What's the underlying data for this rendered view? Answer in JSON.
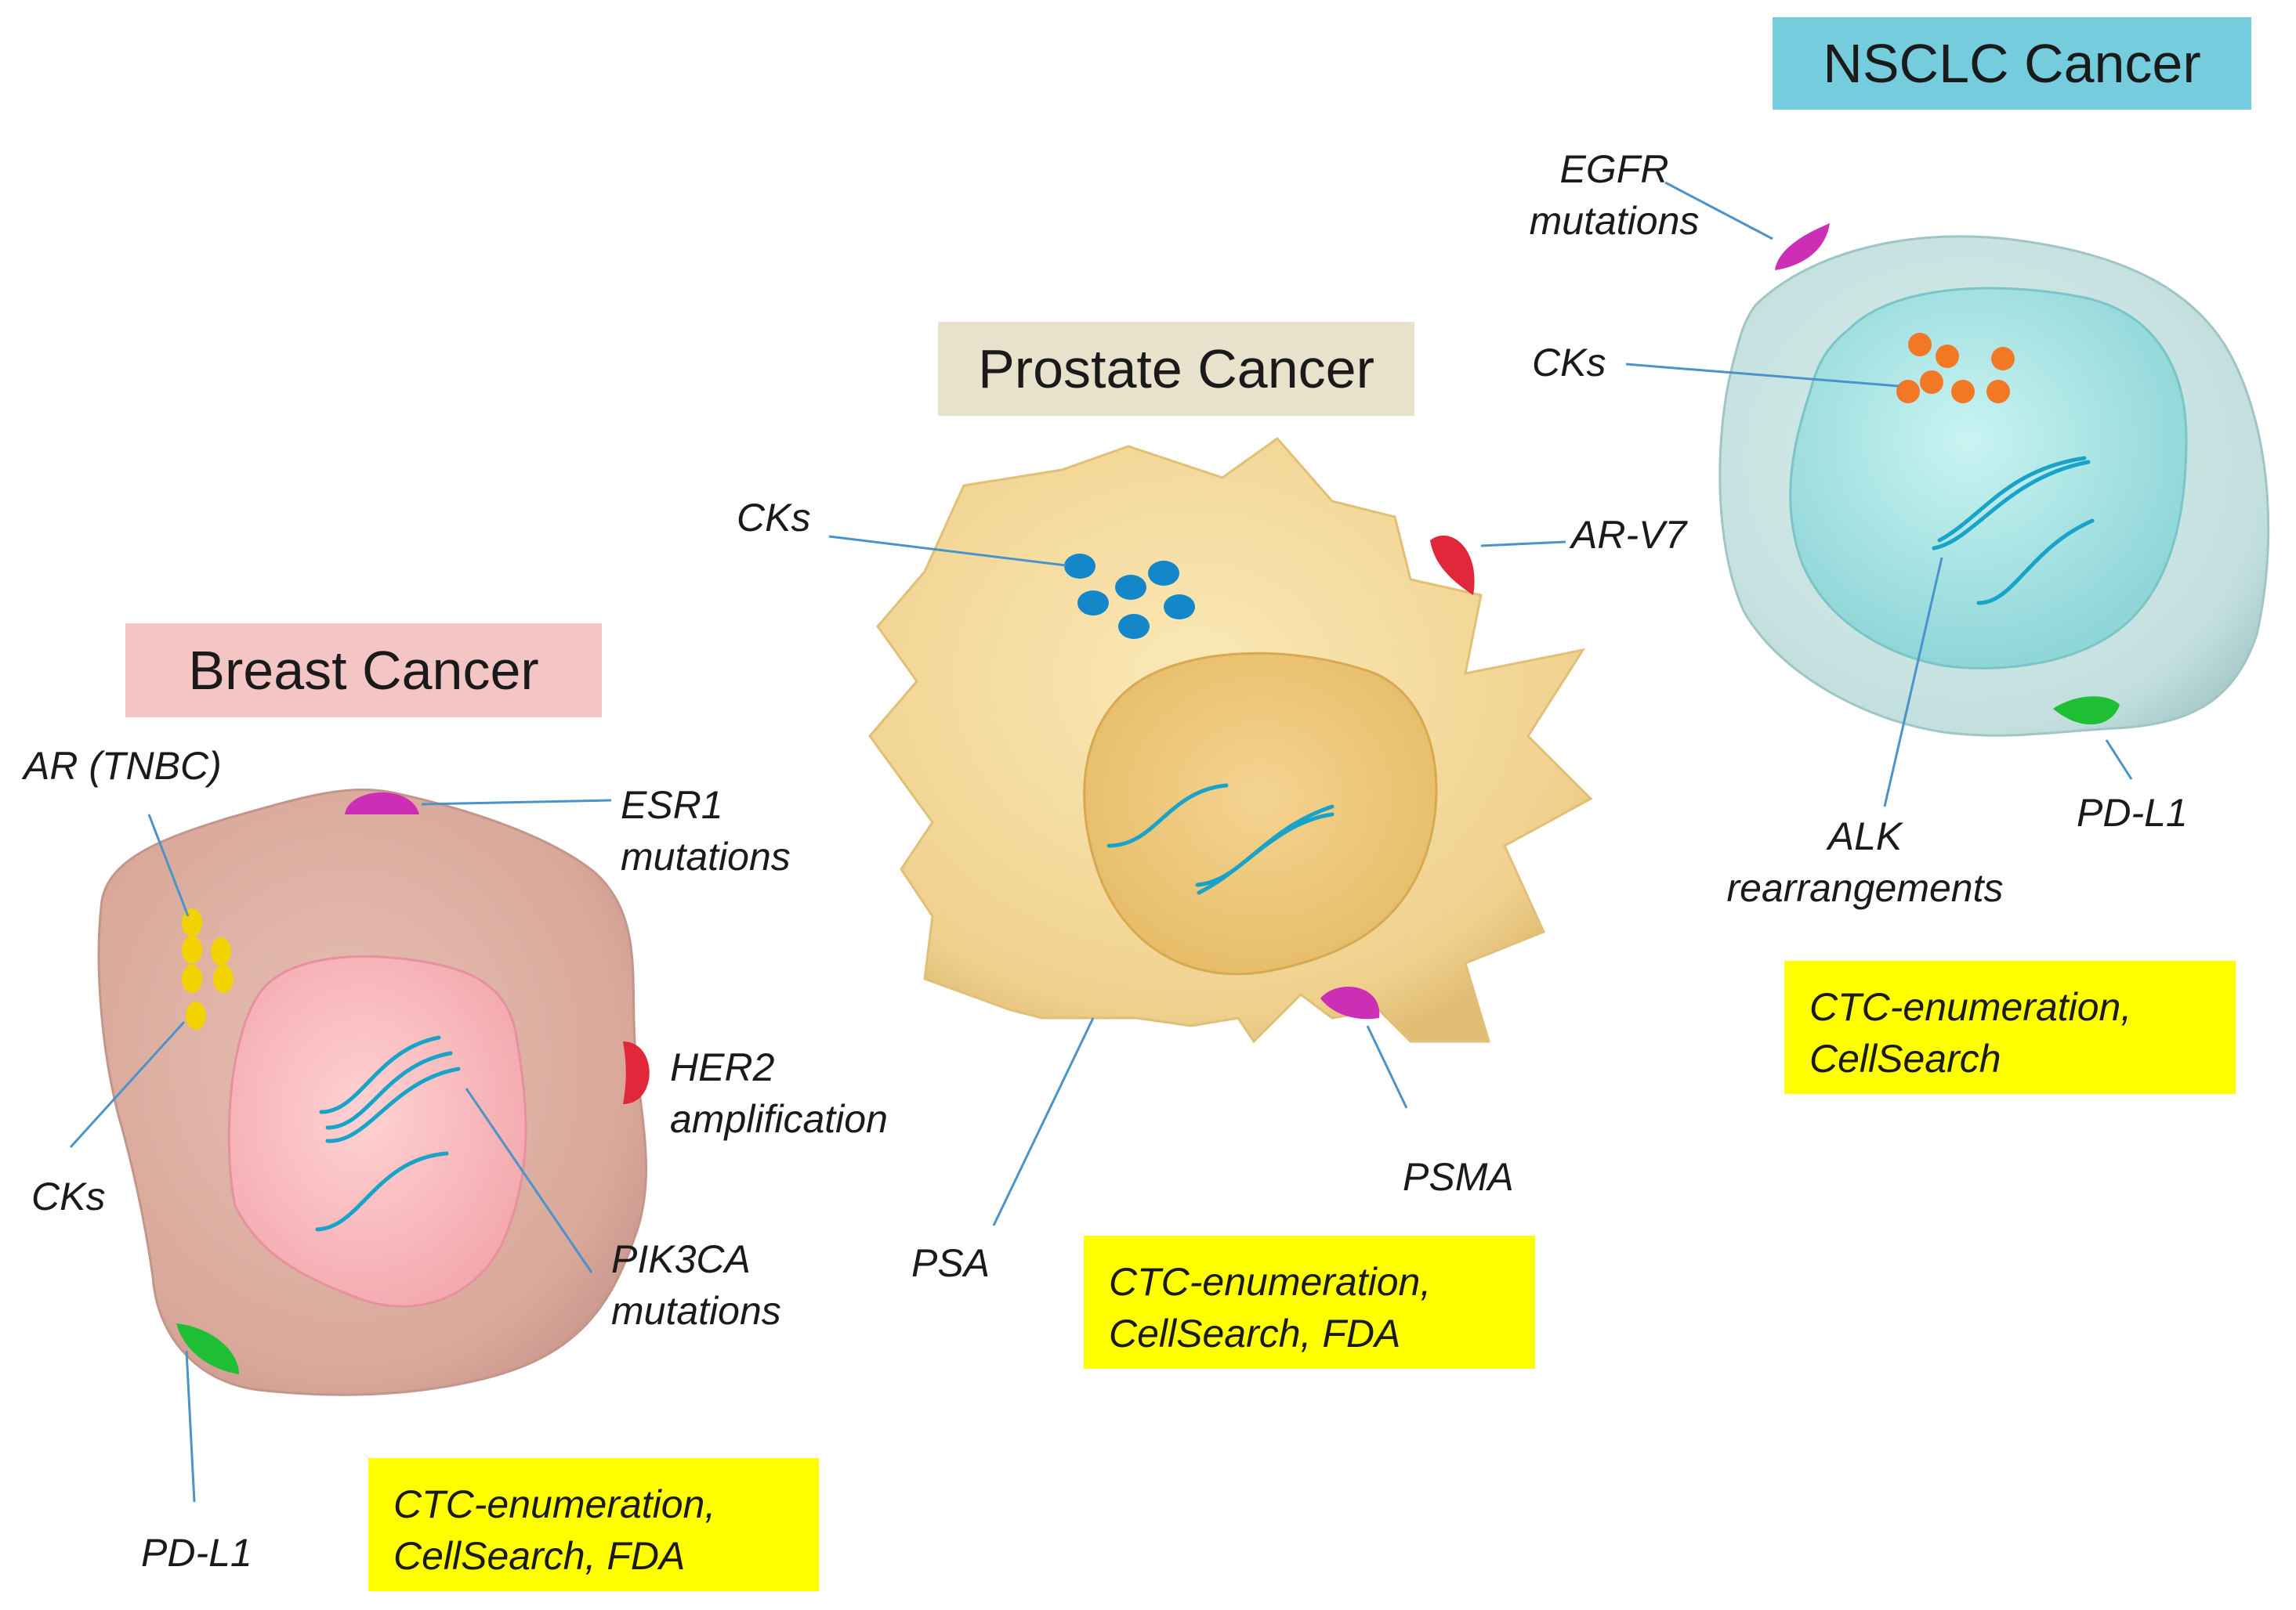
{
  "panels": {
    "breast": {
      "title": "Breast Cancer",
      "title_bg": "#f4c5c5",
      "labels": {
        "ar": "AR (TNBC)",
        "esr1_line1": "ESR1",
        "esr1_line2": "mutations",
        "her2_line1": "HER2",
        "her2_line2": "amplification",
        "cks": "CKs",
        "pik3ca_line1": "PIK3CA",
        "pik3ca_line2": "mutations",
        "pdl1": "PD-L1"
      },
      "note_line1": "CTC-enumeration,",
      "note_line2": "CellSearch, FDA"
    },
    "prostate": {
      "title": "Prostate Cancer",
      "title_bg": "#e8e1cc",
      "labels": {
        "cks": "CKs",
        "arv7": "AR-V7",
        "psma": "PSMA",
        "psa": "PSA"
      },
      "note_line1": "CTC-enumeration,",
      "note_line2": "CellSearch, FDA"
    },
    "nsclc": {
      "title": "NSCLC Cancer",
      "title_bg": "#75ccdc",
      "labels": {
        "egfr_line1": "EGFR",
        "egfr_line2": "mutations",
        "cks": "CKs",
        "alk_line1": "ALK",
        "alk_line2": "rearrangements",
        "pdl1": "PD-L1"
      },
      "note_line1": "CTC-enumeration,",
      "note_line2": "CellSearch"
    }
  },
  "colors": {
    "note_bg": "#ffff00",
    "leader_line": "#4a94c9",
    "dna": "#1aa3c8",
    "magenta_receptor": "#cc2fb5",
    "red_receptor": "#e0283a",
    "green_receptor": "#1fbf35"
  }
}
